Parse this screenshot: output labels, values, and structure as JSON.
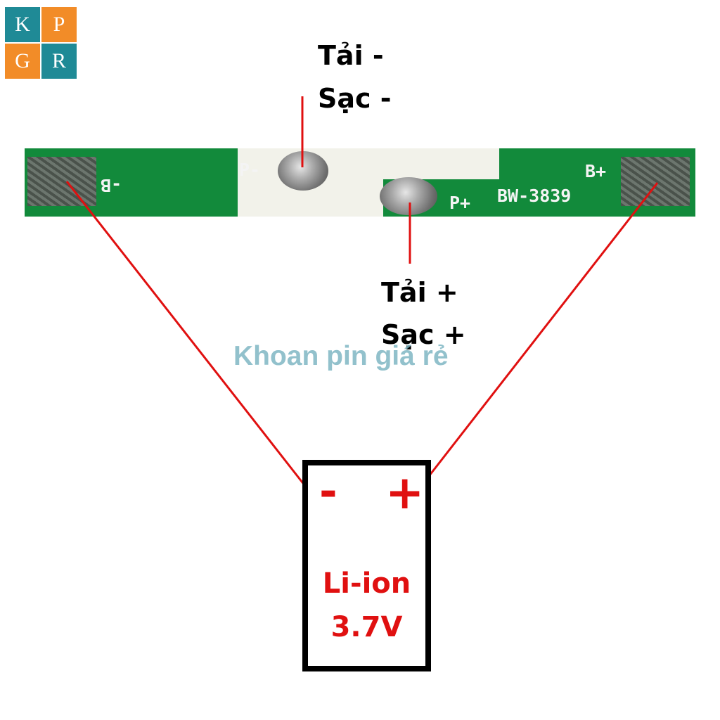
{
  "logo": {
    "letters": [
      "K",
      "P",
      "G",
      "R"
    ],
    "teal": "#1f8a96",
    "orange": "#f28c28"
  },
  "labels": {
    "top_line1": "Tải -",
    "top_line2": "Sạc -",
    "bottom_line1": "Tải +",
    "bottom_line2": "Sạc +"
  },
  "pcb": {
    "silk_b_minus": "-B",
    "silk_p_minus": "P-",
    "silk_p_plus": "P+",
    "silk_model": "BW-3839",
    "silk_b_plus": "B+",
    "board_color": "#128a3b"
  },
  "watermark": "Khoan pin giá rẻ",
  "battery": {
    "minus": "-",
    "plus": "+",
    "chemistry": "Li-ion",
    "voltage": "3.7V",
    "text_color": "#e01010"
  },
  "wire_color": "#e01010"
}
